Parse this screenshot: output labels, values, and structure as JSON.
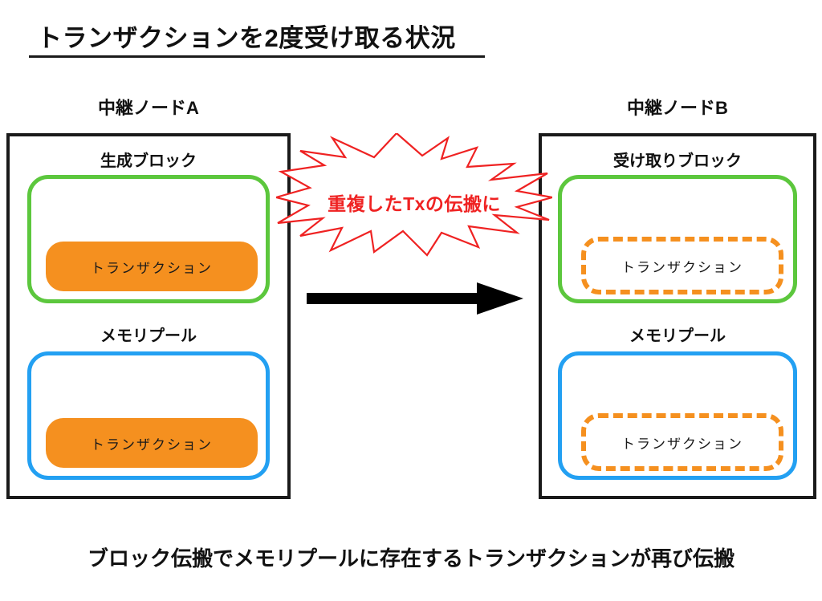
{
  "title": "トランザクションを2度受け取る状況",
  "nodes": {
    "left": {
      "label": "中継ノードA",
      "block": {
        "caption": "生成ブロック",
        "border_color": "#5cc73d",
        "tx": {
          "label": "トランザクション",
          "style": "solid",
          "color": "#f5901f"
        }
      },
      "mempool": {
        "caption": "メモリプール",
        "border_color": "#23a0f2",
        "tx": {
          "label": "トランザクション",
          "style": "solid",
          "color": "#f5901f"
        }
      }
    },
    "right": {
      "label": "中継ノードB",
      "block": {
        "caption": "受け取りブロック",
        "border_color": "#5cc73d",
        "tx": {
          "label": "トランザクション",
          "style": "dashed",
          "color": "#f5901f"
        }
      },
      "mempool": {
        "caption": "メモリプール",
        "border_color": "#23a0f2",
        "tx": {
          "label": "トランザクション",
          "style": "dashed",
          "color": "#f5901f"
        }
      }
    }
  },
  "burst": {
    "text": "重複したTxの伝搬に",
    "color": "#ef2222"
  },
  "arrow": {
    "direction": "right",
    "color": "#000000"
  },
  "caption": "ブロック伝搬でメモリプールに存在するトランザクションが再び伝搬",
  "palette": {
    "green": "#5cc73d",
    "blue": "#23a0f2",
    "orange": "#f5901f",
    "red": "#ef2222",
    "black": "#1a1a1a",
    "background": "#ffffff"
  }
}
